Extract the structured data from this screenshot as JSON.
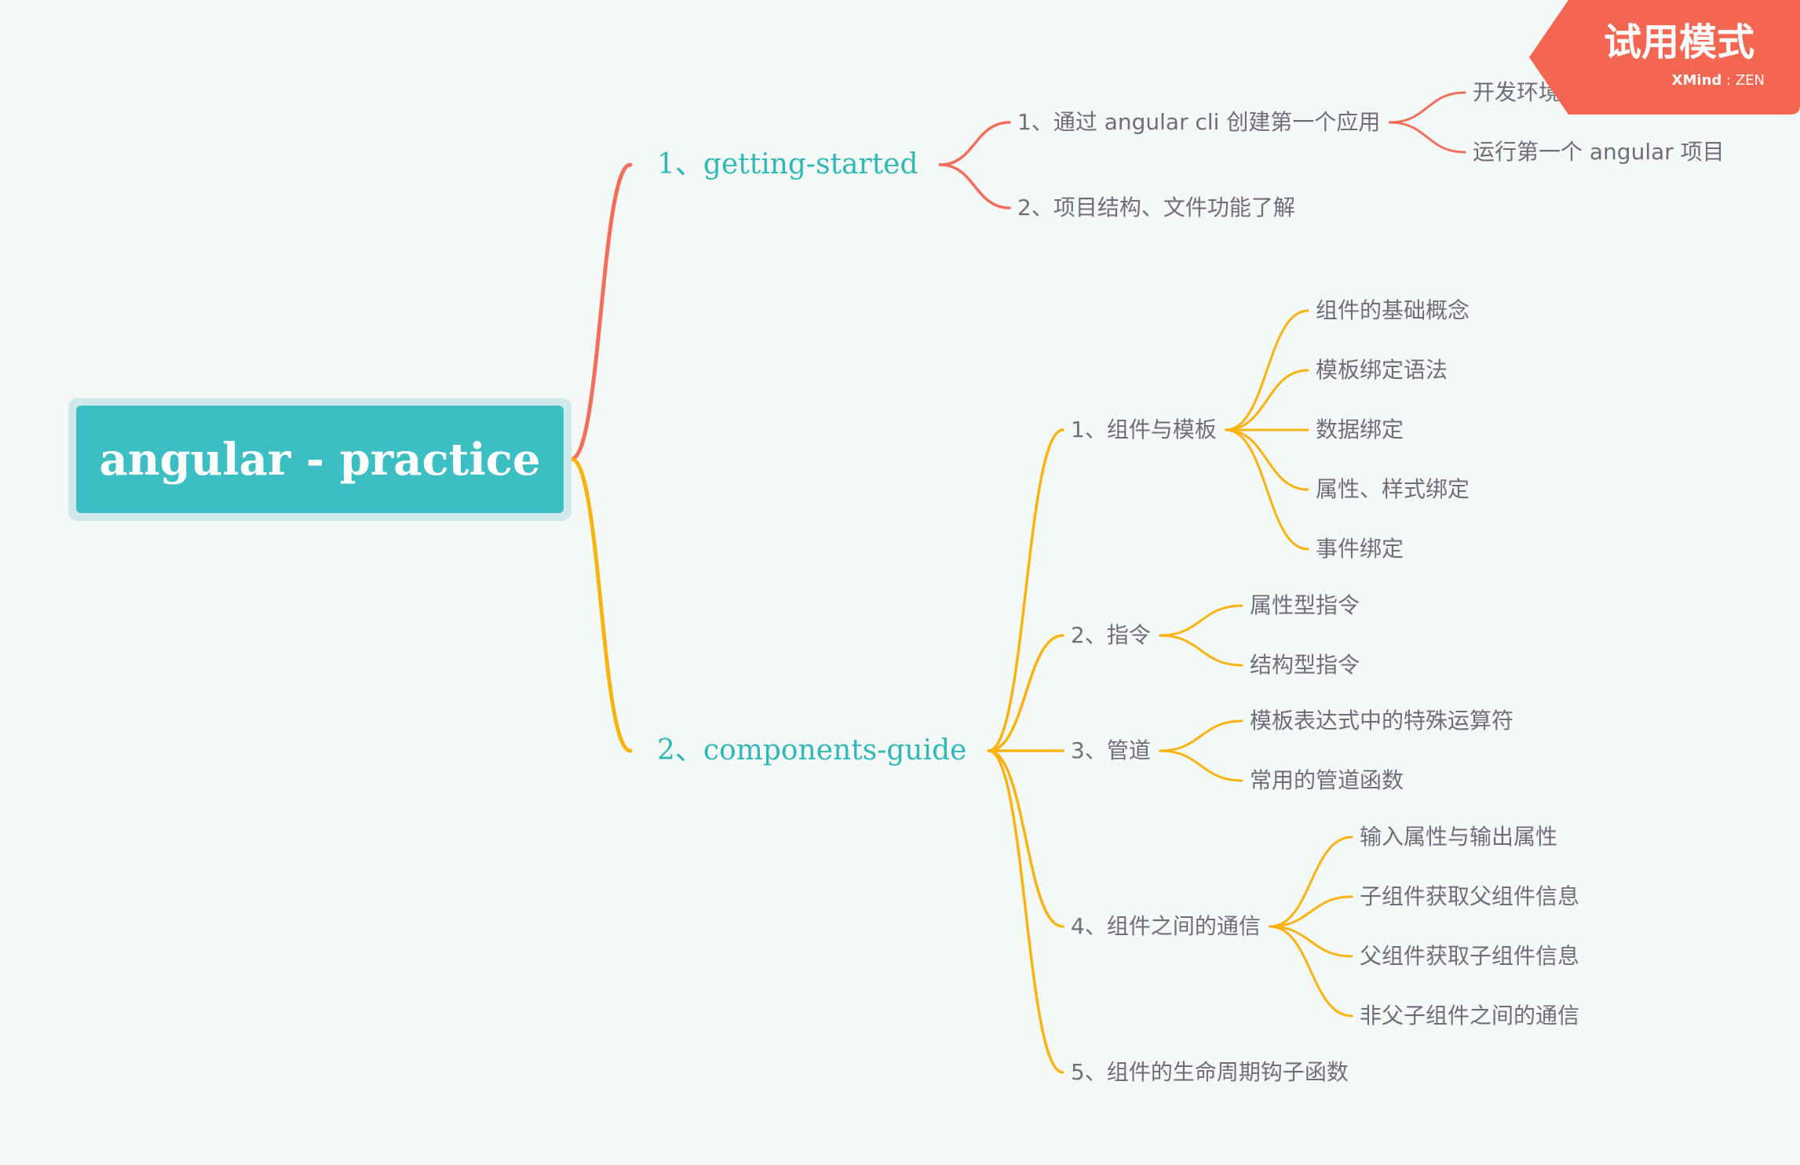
{
  "root": {
    "label": "angular - practice",
    "fill": "#3cbfc2",
    "halo": "#cfe9ec"
  },
  "branches": [
    {
      "label": "1、getting-started",
      "color": "#f26d5b",
      "children": [
        {
          "label": "1、通过 angular cli 创建第一个应用",
          "children": [
            {
              "label": "开发环境搭建"
            },
            {
              "label": "运行第一个 angular 项目"
            }
          ]
        },
        {
          "label": "2、项目结构、文件功能了解"
        }
      ]
    },
    {
      "label": "2、components-guide",
      "color": "#f9b310",
      "children": [
        {
          "label": "1、组件与模板",
          "children": [
            {
              "label": "组件的基础概念"
            },
            {
              "label": "模板绑定语法"
            },
            {
              "label": "数据绑定"
            },
            {
              "label": "属性、样式绑定"
            },
            {
              "label": "事件绑定"
            }
          ]
        },
        {
          "label": "2、指令",
          "children": [
            {
              "label": "属性型指令"
            },
            {
              "label": "结构型指令"
            }
          ]
        },
        {
          "label": "3、管道",
          "children": [
            {
              "label": "模板表达式中的特殊运算符"
            },
            {
              "label": "常用的管道函数"
            }
          ]
        },
        {
          "label": "4、组件之间的通信",
          "children": [
            {
              "label": "输入属性与输出属性"
            },
            {
              "label": "子组件获取父组件信息"
            },
            {
              "label": "父组件获取子组件信息"
            },
            {
              "label": "非父子组件之间的通信"
            }
          ]
        },
        {
          "label": "5、组件的生命周期钩子函数"
        }
      ]
    }
  ],
  "trial_badge": {
    "title": "试用模式",
    "brand": "XMind",
    "brand_suffix": "ZEN",
    "color": "#f26652"
  }
}
